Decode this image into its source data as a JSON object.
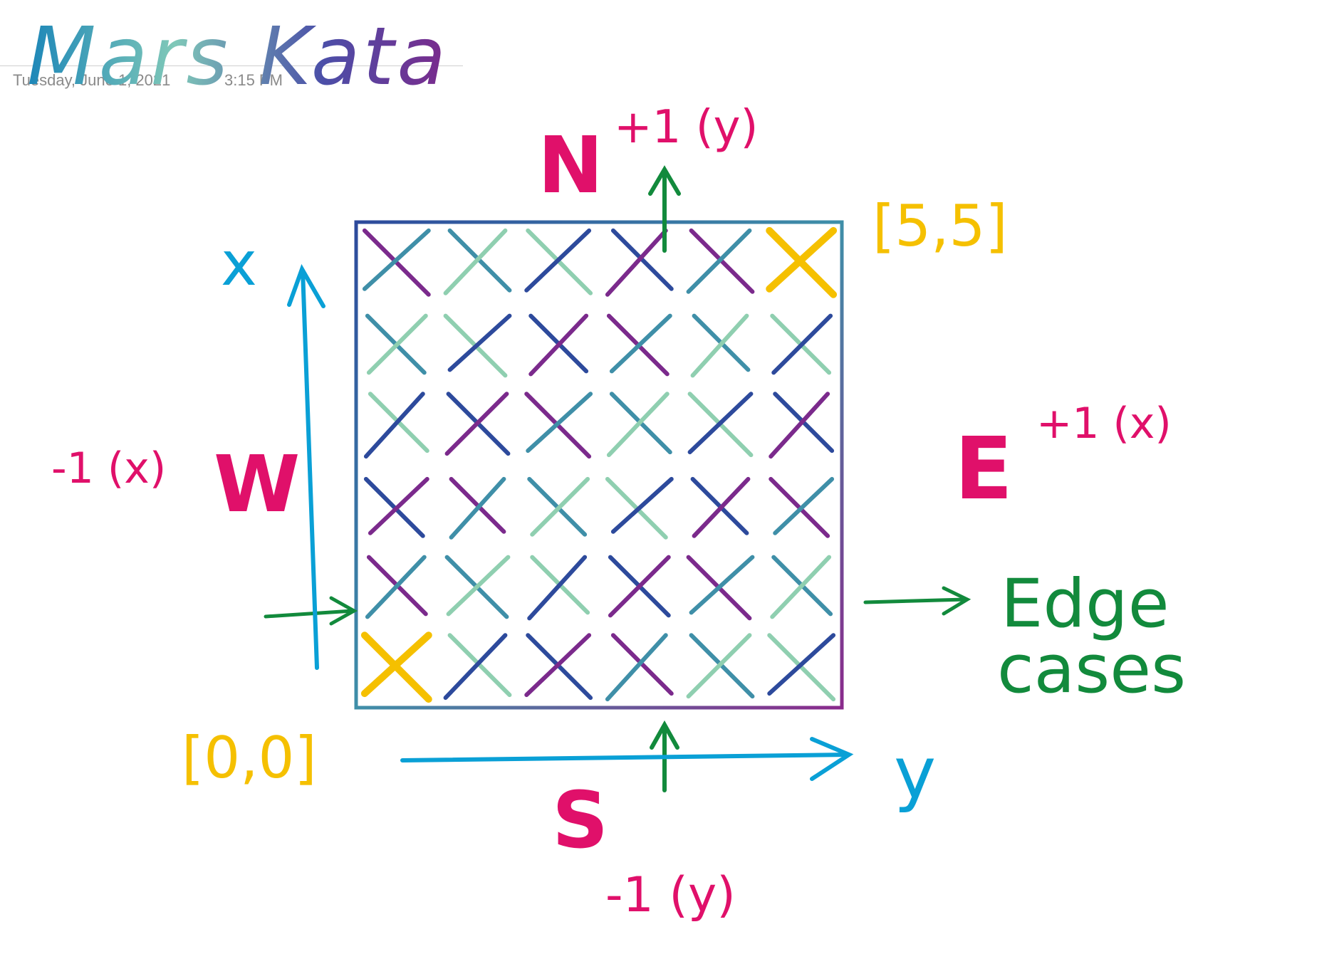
{
  "page": {
    "title": "Mars Kata",
    "date": "Tuesday, June 1, 2021",
    "time": "3:15 PM"
  },
  "directions": {
    "north": {
      "letter": "N",
      "rule": "+1 (y)"
    },
    "south": {
      "letter": "S",
      "rule": "-1 (y)"
    },
    "east": {
      "letter": "E",
      "rule": "+1 (x)"
    },
    "west": {
      "letter": "W",
      "rule": "-1 (x)"
    }
  },
  "axes": {
    "vertical": "x",
    "horizontal": "y"
  },
  "corners": {
    "top_right": "[5,5]",
    "bottom_left": "[0,0]"
  },
  "note": {
    "line1": "Edge",
    "line2": "cases"
  },
  "grid": {
    "cols": 6,
    "rows": 6,
    "highlighted": [
      [
        5,
        0
      ],
      [
        0,
        5
      ]
    ]
  },
  "colors": {
    "magenta": "#e0106a",
    "blue": "#0aa0d6",
    "yellow": "#f5c000",
    "green": "#128a3c",
    "border": "#2d4a9c",
    "purple": "#7b2a8c",
    "teal": "#3f8fa8",
    "mint": "#8fcfb0"
  }
}
